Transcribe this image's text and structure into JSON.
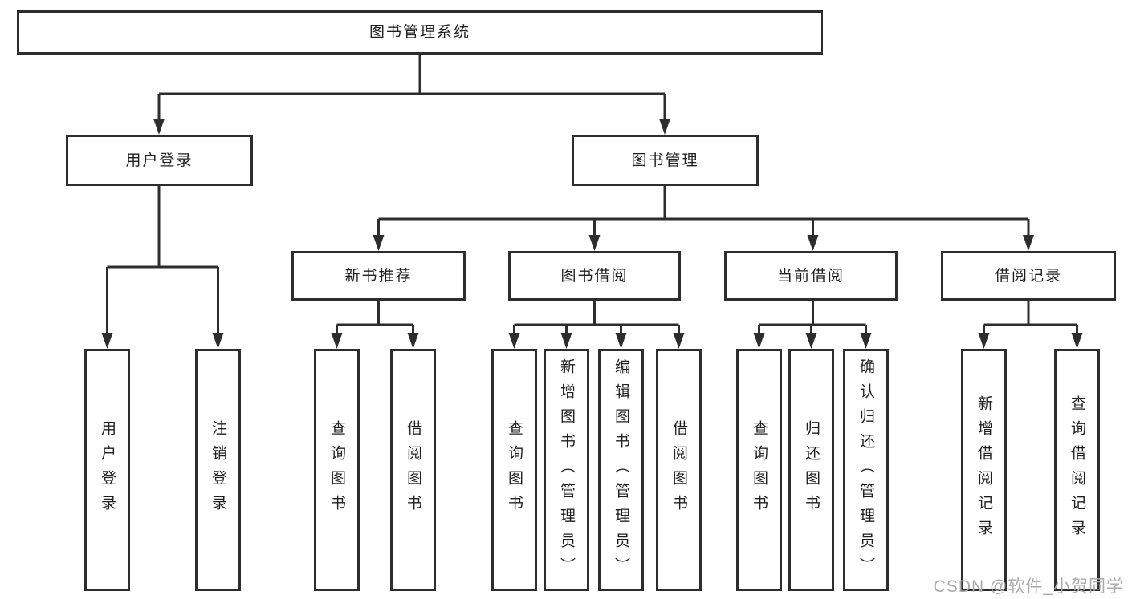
{
  "tree": {
    "label": "图书管理系统",
    "children": [
      {
        "label": "用户登录",
        "children": [
          {
            "label": "用户登录"
          },
          {
            "label": "注销登录"
          }
        ]
      },
      {
        "label": "图书管理",
        "children": [
          {
            "label": "新书推荐",
            "children": [
              {
                "label": "查询图书"
              },
              {
                "label": "借阅图书"
              }
            ]
          },
          {
            "label": "图书借阅",
            "children": [
              {
                "label": "查询图书"
              },
              {
                "label": "新增图书（管理员）"
              },
              {
                "label": "编辑图书（管理员）"
              },
              {
                "label": "借阅图书"
              }
            ]
          },
          {
            "label": "当前借阅",
            "children": [
              {
                "label": "查询图书"
              },
              {
                "label": "归还图书"
              },
              {
                "label": "确认归还（管理员）"
              }
            ]
          },
          {
            "label": "借阅记录",
            "children": [
              {
                "label": "新增借阅记录"
              },
              {
                "label": "查询借阅记录"
              }
            ]
          }
        ]
      }
    ]
  },
  "watermark": {
    "text": "CSDN @软件_小贺同学"
  },
  "colors": {
    "line": "#2d2d2d",
    "text": "#1f1f1f",
    "watermark": "#ababab",
    "background": "#ffffff"
  }
}
